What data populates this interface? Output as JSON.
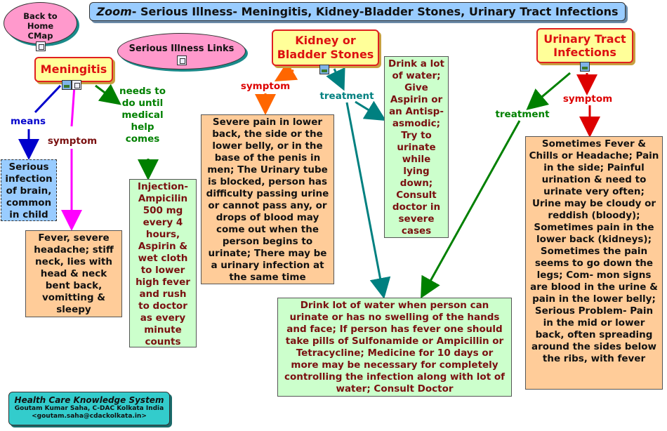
{
  "title": {
    "prefix": "Zoom",
    "rest": "- Serious Illness- Meningitis, Kidney-Bladder Stones, Urinary Tract Infections"
  },
  "nav": {
    "home": "Back to Home CMap",
    "links": "Serious Illness Links"
  },
  "concepts": {
    "meningitis": "Meningitis",
    "kidney": "Kidney or Bladder Stones",
    "uti": "Urinary Tract Infections"
  },
  "links": {
    "means": "means",
    "symptom_men": "symptom",
    "needs": "needs to do until medical help comes",
    "symptom_kid": "symptom",
    "treatment_kid": "treatment",
    "treatment_uti": "treatment",
    "symptom_uti": "symptom"
  },
  "boxes": {
    "serious_infection": "Serious infection of brain, common in child",
    "men_symptoms": "Fever, severe headache; stiff neck, lies with head & neck bent back, vomitting & sleepy",
    "men_needs": "Injection- Ampicilin 500 mg every 4 hours, Aspirin & wet cloth to lower high fever and rush to doctor as every minute counts",
    "kid_symptoms": "Severe pain in lower back, the side or the lower belly, or in the base of the penis in men; The Urinary tube is blocked, person has difficulty passing urine or cannot pass any, or drops of blood may come out when the person begins to urinate; There may be a urinary infection at the same time",
    "kid_treatment": "Drink a lot of water; Give Aspirin or an Antisp- asmodic; Try to urinate while lying down; Consult doctor in severe cases",
    "shared_treatment": "Drink lot of water when person can urinate or has no swelling of the hands and face; If person has fever one should take pills of Sulfonamide or Ampicillin or Tetracycline; Medicine for 10 days or more may be necessary for completely controlling the infection along with lot of water; Consult Doctor",
    "uti_symptoms": "Sometimes Fever & Chills or Headache; Pain in the side; Painful urination & need to urinate very often; Urine may be cloudy or reddish (bloody); Sometimes pain in the lower back (kidneys); Sometimes the pain seems to go down the legs; Com- mon signs are blood in the urine & pain in the lower belly; Serious Problem- Pain in the mid or lower back, often spreading around the sides below the ribs, with fever"
  },
  "footer": {
    "heading": "Health Care Knowledge System",
    "author": "Goutam Kumar Saha, C-DAC Kolkata India",
    "email": "<goutam.saha@cdackolkata.in>"
  },
  "colors": {
    "blue_arrow": "#0000cc",
    "magenta_arrow": "#ff00ff",
    "green_arrow": "#008000",
    "orange_arrow": "#ff6600",
    "teal_arrow": "#008080",
    "red_arrow": "#dd0000"
  }
}
